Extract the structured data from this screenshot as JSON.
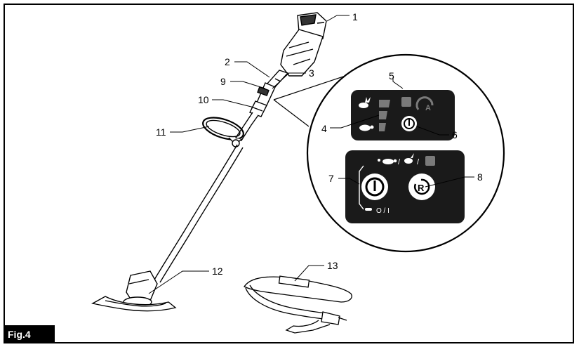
{
  "figure": {
    "label": "Fig.4"
  },
  "callouts": [
    "1",
    "2",
    "3",
    "4",
    "5",
    "6",
    "7",
    "8",
    "9",
    "10",
    "11",
    "12",
    "13"
  ],
  "panel": {
    "mode_text": "O / I"
  },
  "colors": {
    "ink": "#000000",
    "panel": "#1a1a1a",
    "white": "#ffffff",
    "grey": "#7a7a7a"
  }
}
